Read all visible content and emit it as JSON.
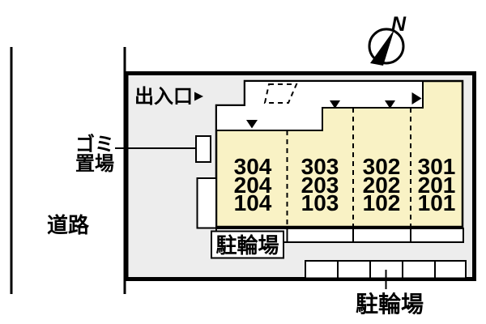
{
  "compass": {
    "north_label": "N"
  },
  "labels": {
    "entrance": "出入口",
    "garbage_line1": "ゴミ",
    "garbage_line2": "置場",
    "road": "道路",
    "bike_parking_building": "駐輪場",
    "bike_parking_bottom": "駐輪場"
  },
  "rooms": {
    "columns": [
      [
        "304",
        "204",
        "104"
      ],
      [
        "303",
        "203",
        "103"
      ],
      [
        "302",
        "202",
        "102"
      ],
      [
        "301",
        "201",
        "101"
      ]
    ]
  },
  "colors": {
    "building_fill": "#F9F2C5",
    "plot_fill": "#EDEDED",
    "outline": "#000000",
    "corridor_fill": "#FFFFFF"
  }
}
